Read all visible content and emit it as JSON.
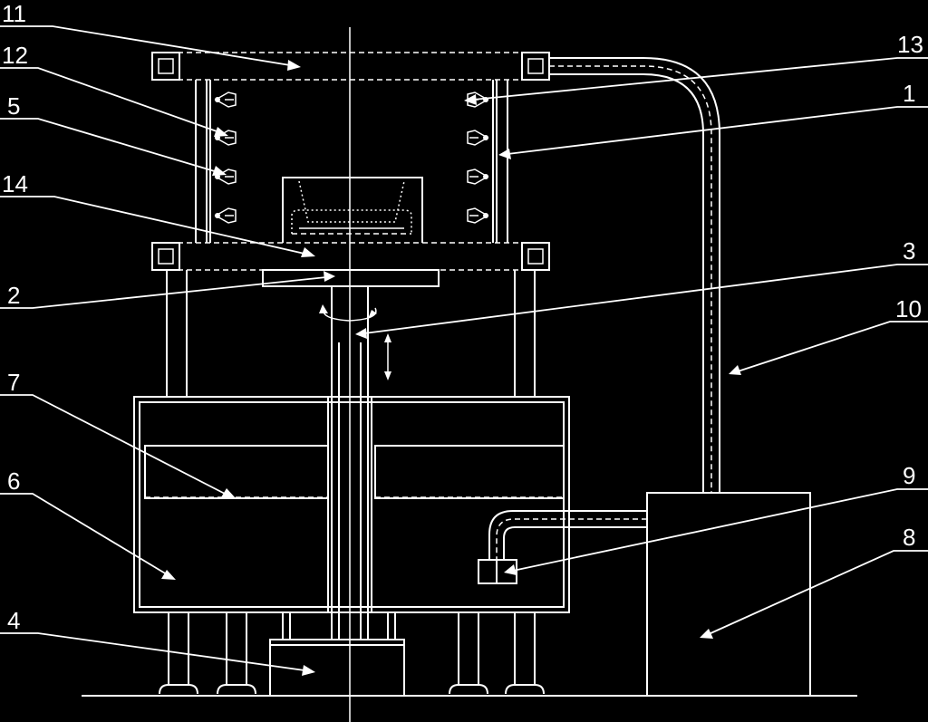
{
  "labels": [
    "11",
    "12",
    "5",
    "14",
    "2",
    "7",
    "6",
    "4",
    "13",
    "1",
    "3",
    "10",
    "9",
    "8"
  ]
}
